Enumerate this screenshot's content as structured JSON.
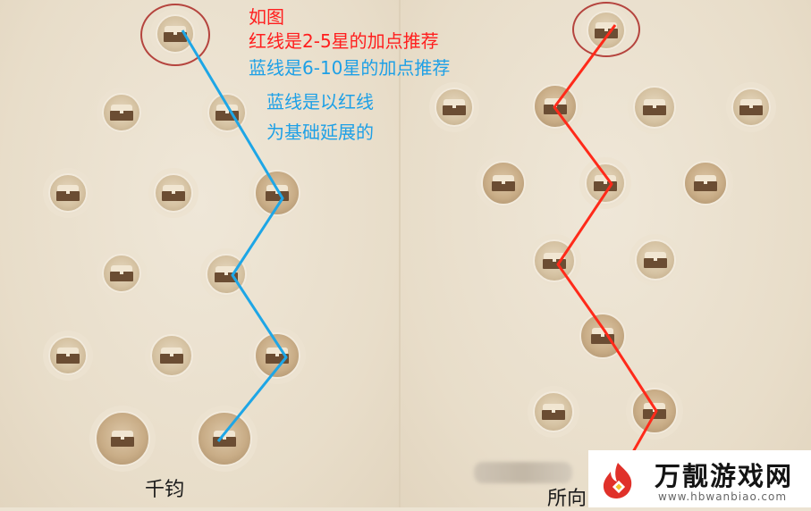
{
  "annotation": {
    "line1": "如图",
    "line2": "红线是2-5星的加点推荐",
    "line3": "蓝线是6-10星的加点推荐",
    "line4": "蓝线是以红线",
    "line5": "为基础延展的"
  },
  "captions": {
    "left": "千钧",
    "right": "所向"
  },
  "watermark": {
    "title": "万靓游戏网",
    "url": "www.hbwanbiao.com"
  },
  "colors": {
    "red_line": "#ff2a1a",
    "blue_line": "#1ea6e6",
    "highlight_ring": "#b5443e"
  },
  "icons": {
    "node": "chest-icon",
    "logo": "flame-logo-icon"
  }
}
